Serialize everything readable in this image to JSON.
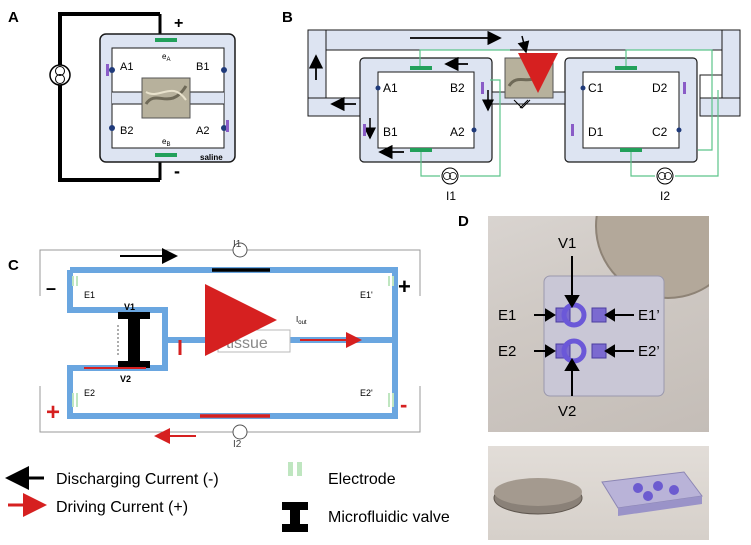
{
  "panel_labels": {
    "a": "A",
    "b": "B",
    "c": "C",
    "d": "D"
  },
  "panel_a": {
    "plus": "+",
    "minus": "-",
    "a1": "A1",
    "b1": "B1",
    "b2": "B2",
    "a2": "A2",
    "ea": "e",
    "ea_sub": "A",
    "eb": "e",
    "eb_sub": "B",
    "saline": "saline"
  },
  "panel_b": {
    "a1": "A1",
    "b2": "B2",
    "b1": "B1",
    "a2": "A2",
    "c1": "C1",
    "d2": "D2",
    "d1": "D1",
    "c2": "C2",
    "i1": "I1",
    "i2": "I2"
  },
  "panel_c": {
    "i1": "I1",
    "i2": "I2",
    "e1": "E1",
    "e1p": "E1'",
    "e2": "E2",
    "e2p": "E2'",
    "v1": "V1",
    "v2": "V2",
    "tissue": "tissue",
    "iout": "I",
    "iout_sub": "out",
    "minus_left": "–",
    "plus_right": "+",
    "plus_left": "+",
    "minus_right": "-"
  },
  "panel_d": {
    "v1": "V1",
    "e1": "E1",
    "e1p": "E1’",
    "e2": "E2",
    "e2p": "E2’",
    "v2": "V2"
  },
  "legend": {
    "discharging": "Discharging Current (-)",
    "driving": "Driving Current (+)",
    "electrode": "Electrode",
    "valve": "Microfluidic valve"
  },
  "colors": {
    "channel_fill": "#dde4f2",
    "channel_stroke": "#1a1a1a",
    "electrode_green": "#22a05a",
    "wire_green": "#5cc48a",
    "blue_channel": "#6aa6e0",
    "red_arrow": "#d62020",
    "purple": "#8a5cc7"
  }
}
